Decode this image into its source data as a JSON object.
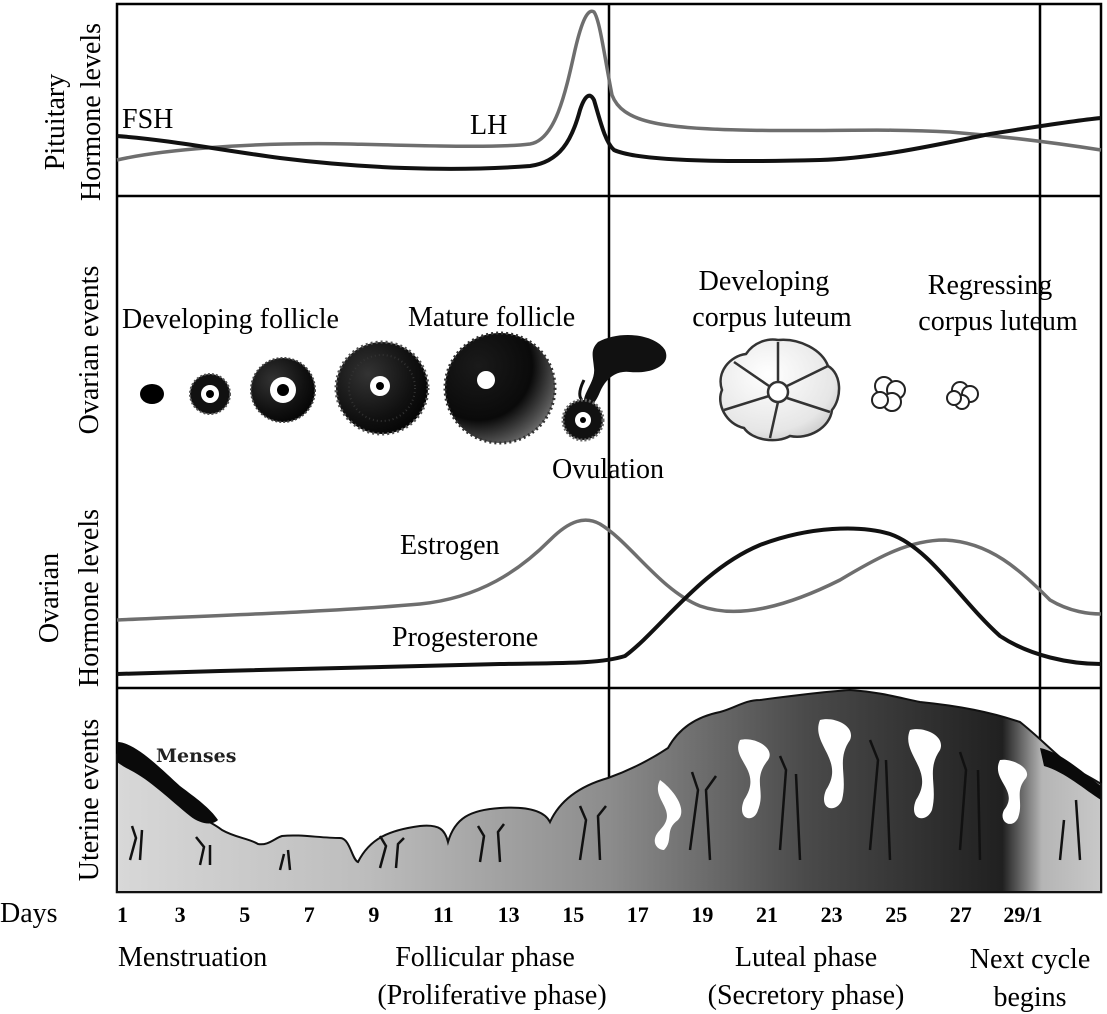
{
  "side_labels": {
    "pituitary_1": "Pituitary",
    "pituitary_2": "Hormone levels",
    "ovarian_events": "Ovarian events",
    "ovarian_hormone_1": "Ovarian",
    "ovarian_hormone_2": "Hormone levels",
    "uterine_events": "Uterine events"
  },
  "pituitary": {
    "fsh": "FSH",
    "lh": "LH"
  },
  "ovarian": {
    "developing_follicle": "Developing follicle",
    "mature_follicle": "Mature follicle",
    "developing_cl_1": "Developing",
    "developing_cl_2": "corpus luteum",
    "regressing_cl_1": "Regressing",
    "regressing_cl_2": "corpus luteum",
    "ovulation": "Ovulation"
  },
  "ovarian_hormones": {
    "estrogen": "Estrogen",
    "progesterone": "Progesterone"
  },
  "uterine": {
    "menses": "Menses"
  },
  "days": {
    "label": "Days",
    "ticks": [
      "1",
      "3",
      "5",
      "7",
      "9",
      "11",
      "13",
      "15",
      "17",
      "19",
      "21",
      "23",
      "25",
      "27",
      "29/1"
    ]
  },
  "phases": {
    "menstruation": "Menstruation",
    "follicular_1": "Follicular phase",
    "follicular_2": "(Proliferative phase)",
    "luteal_1": "Luteal phase",
    "luteal_2": "(Secretory phase)",
    "next_1": "Next cycle",
    "next_2": "begins"
  },
  "colors": {
    "gray_curve": "#6e6e6e",
    "black_curve": "#111111"
  }
}
